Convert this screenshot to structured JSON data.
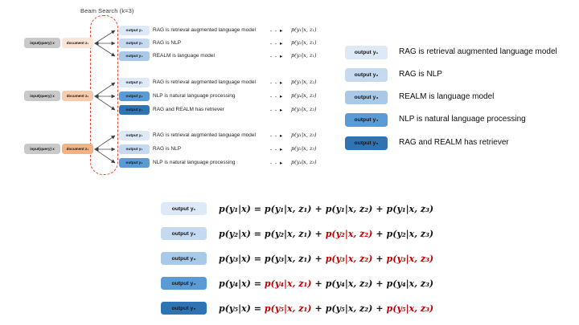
{
  "title": "Beam Search (k=3)",
  "glyphs": {
    "dashed_arrow": "- - ▸"
  },
  "plus": "+",
  "colors": {
    "output_y1": "#dde9f7",
    "output_y2": "#c5daf0",
    "output_y3": "#a8c9e8",
    "output_y4": "#5b9bd5",
    "output_y5": "#2e74b5",
    "doc_z1": "#fbe5d6",
    "doc_z2": "#f8cbad",
    "doc_z3": "#f4b183",
    "input_box": "#c9c9c9",
    "highlight_red": "#c00000",
    "dashed_frame_red": "#e8432e"
  },
  "diagram": {
    "input_label": "input(query) x",
    "groups": [
      {
        "document": "document z₁",
        "outputs": [
          {
            "label": "output y₁",
            "text": "RAG is retrieval augmented language model",
            "prob": "p(y₁|x, z₁)"
          },
          {
            "label": "output y₂",
            "text": "RAG is NLP",
            "prob": "p(y₂|x, z₁)"
          },
          {
            "label": "output y₃",
            "text": "REALM is language model",
            "prob": "p(y₃|x, z₁)"
          }
        ]
      },
      {
        "document": "document z₂",
        "outputs": [
          {
            "label": "output y₁",
            "text": "RAG is retrieval augmented language model",
            "prob": "p(y₁|x, z₂)"
          },
          {
            "label": "output y₄",
            "text": "NLP is natural language processing",
            "prob": "p(y₄|x, z₂)"
          },
          {
            "label": "output y₅",
            "text": "RAG and REALM has retriever",
            "prob": "p(y₅|x, z₂)"
          }
        ]
      },
      {
        "document": "document z₃",
        "outputs": [
          {
            "label": "output y₁",
            "text": "RAG is retrieval augmented language model",
            "prob": "p(y₁|x, z₃)"
          },
          {
            "label": "output y₂",
            "text": "RAG is NLP",
            "prob": "p(y₂|x, z₃)"
          },
          {
            "label": "output y₄",
            "text": "NLP is natural language processing",
            "prob": "p(y₄|x, z₃)"
          }
        ]
      }
    ]
  },
  "legend": {
    "items": [
      {
        "label": "output y₁",
        "text": "RAG is retrieval augmented language model"
      },
      {
        "label": "output y₂",
        "text": "RAG is NLP"
      },
      {
        "label": "output y₃",
        "text": "REALM is language model"
      },
      {
        "label": "output y₄",
        "text": "NLP is natural language processing"
      },
      {
        "label": "output y₅",
        "text": "RAG and REALM has retriever"
      }
    ]
  },
  "equations": [
    {
      "label": "output y₁",
      "lhs": "p(y₁|x) =",
      "terms": [
        {
          "t": "p(y₁|x, z₁)",
          "red": false
        },
        {
          "t": "p(y₁|x, z₂)",
          "red": false
        },
        {
          "t": "p(y₁|x, z₃)",
          "red": false
        }
      ]
    },
    {
      "label": "output y₂",
      "lhs": "p(y₂|x) =",
      "terms": [
        {
          "t": "p(y₂|x, z₁)",
          "red": false
        },
        {
          "t": "p(y₂|x, z₂)",
          "red": true
        },
        {
          "t": "p(y₂|x, z₃)",
          "red": false
        }
      ]
    },
    {
      "label": "output y₃",
      "lhs": "p(y₃|x) =",
      "terms": [
        {
          "t": "p(y₃|x, z₁)",
          "red": false
        },
        {
          "t": "p(y₃|x, z₂)",
          "red": true
        },
        {
          "t": "p(y₃|x, z₃)",
          "red": true
        }
      ]
    },
    {
      "label": "output y₄",
      "lhs": "p(y₄|x) =",
      "terms": [
        {
          "t": "p(y₄|x, z₁)",
          "red": true
        },
        {
          "t": "p(y₄|x, z₂)",
          "red": false
        },
        {
          "t": "p(y₄|x, z₃)",
          "red": false
        }
      ]
    },
    {
      "label": "output y₅",
      "lhs": "p(y₅|x) =",
      "terms": [
        {
          "t": "p(y₅|x, z₁)",
          "red": true
        },
        {
          "t": "p(y₅|x, z₂)",
          "red": false
        },
        {
          "t": "p(y₅|x, z₃)",
          "red": true
        }
      ]
    }
  ]
}
